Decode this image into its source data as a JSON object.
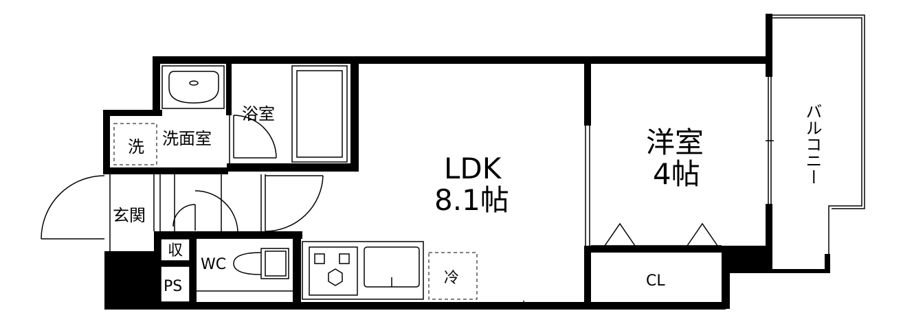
{
  "labels": {
    "washroom": "洗面室",
    "washer": "洗",
    "bath": "浴室",
    "ldk_name": "LDK",
    "ldk_size": "8.1帖",
    "western_name": "洋室",
    "western_size": "4帖",
    "balcony": "バルコニー",
    "entrance": "玄関",
    "storage": "収",
    "ps": "PS",
    "wc": "WC",
    "fridge": "冷",
    "closet": "CL"
  },
  "colors": {
    "wall": "#000000",
    "background": "#ffffff",
    "fixture_line": "#000000",
    "dashed": "#555555"
  }
}
